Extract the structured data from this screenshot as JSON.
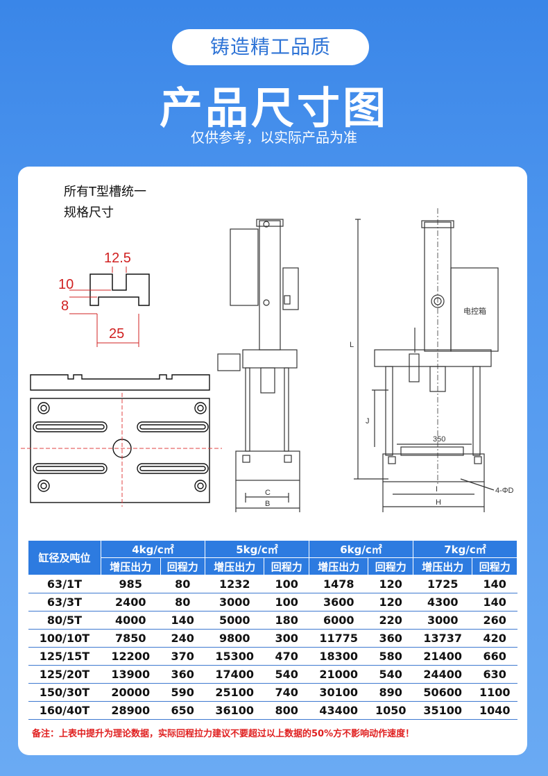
{
  "header": {
    "pill_text": "铸造精工品质",
    "title": "产品尺寸图",
    "subtitle": "仅供参考，以实际产品为准"
  },
  "slot_note": {
    "line1": "所有T型槽统一",
    "line2": "规格尺寸"
  },
  "slot_dims": {
    "width_top": "12.5",
    "depth_top": "10",
    "depth_bottom": "8",
    "width_bottom": "25"
  },
  "drawing_labels": {
    "control_box": "电控箱",
    "dim_350": "350",
    "dim_J": "J",
    "dim_L": "L",
    "dim_C": "C",
    "dim_B": "B",
    "dim_I": "I",
    "dim_H": "H",
    "holes": "4-ΦD"
  },
  "table": {
    "header_first": "缸径及吨位",
    "pressure_groups": [
      "4kg/c㎡",
      "5kg/c㎡",
      "6kg/c㎡",
      "7kg/c㎡"
    ],
    "sub_headers": [
      "增压出力",
      "回程力"
    ],
    "rows": [
      [
        "63/1T",
        "985",
        "80",
        "1232",
        "100",
        "1478",
        "120",
        "1725",
        "140"
      ],
      [
        "63/3T",
        "2400",
        "80",
        "3000",
        "100",
        "3600",
        "120",
        "4300",
        "140"
      ],
      [
        "80/5T",
        "4000",
        "140",
        "5000",
        "180",
        "6000",
        "220",
        "3000",
        "260"
      ],
      [
        "100/10T",
        "7850",
        "240",
        "9800",
        "300",
        "11775",
        "360",
        "13737",
        "420"
      ],
      [
        "125/15T",
        "12200",
        "370",
        "15300",
        "470",
        "18300",
        "580",
        "21400",
        "660"
      ],
      [
        "125/20T",
        "13900",
        "360",
        "17400",
        "540",
        "21000",
        "540",
        "24400",
        "630"
      ],
      [
        "150/30T",
        "20000",
        "590",
        "25100",
        "740",
        "30100",
        "890",
        "50600",
        "1100"
      ],
      [
        "160/40T",
        "28900",
        "650",
        "36100",
        "800",
        "43400",
        "1050",
        "35100",
        "1040"
      ]
    ]
  },
  "footnote": "备注：上表中提升为理论数据，实际回程拉力建议不要超过以上数据的50%方不影响动作速度！",
  "colors": {
    "accent": "#2d7be0",
    "dimension_red": "#e02020"
  }
}
